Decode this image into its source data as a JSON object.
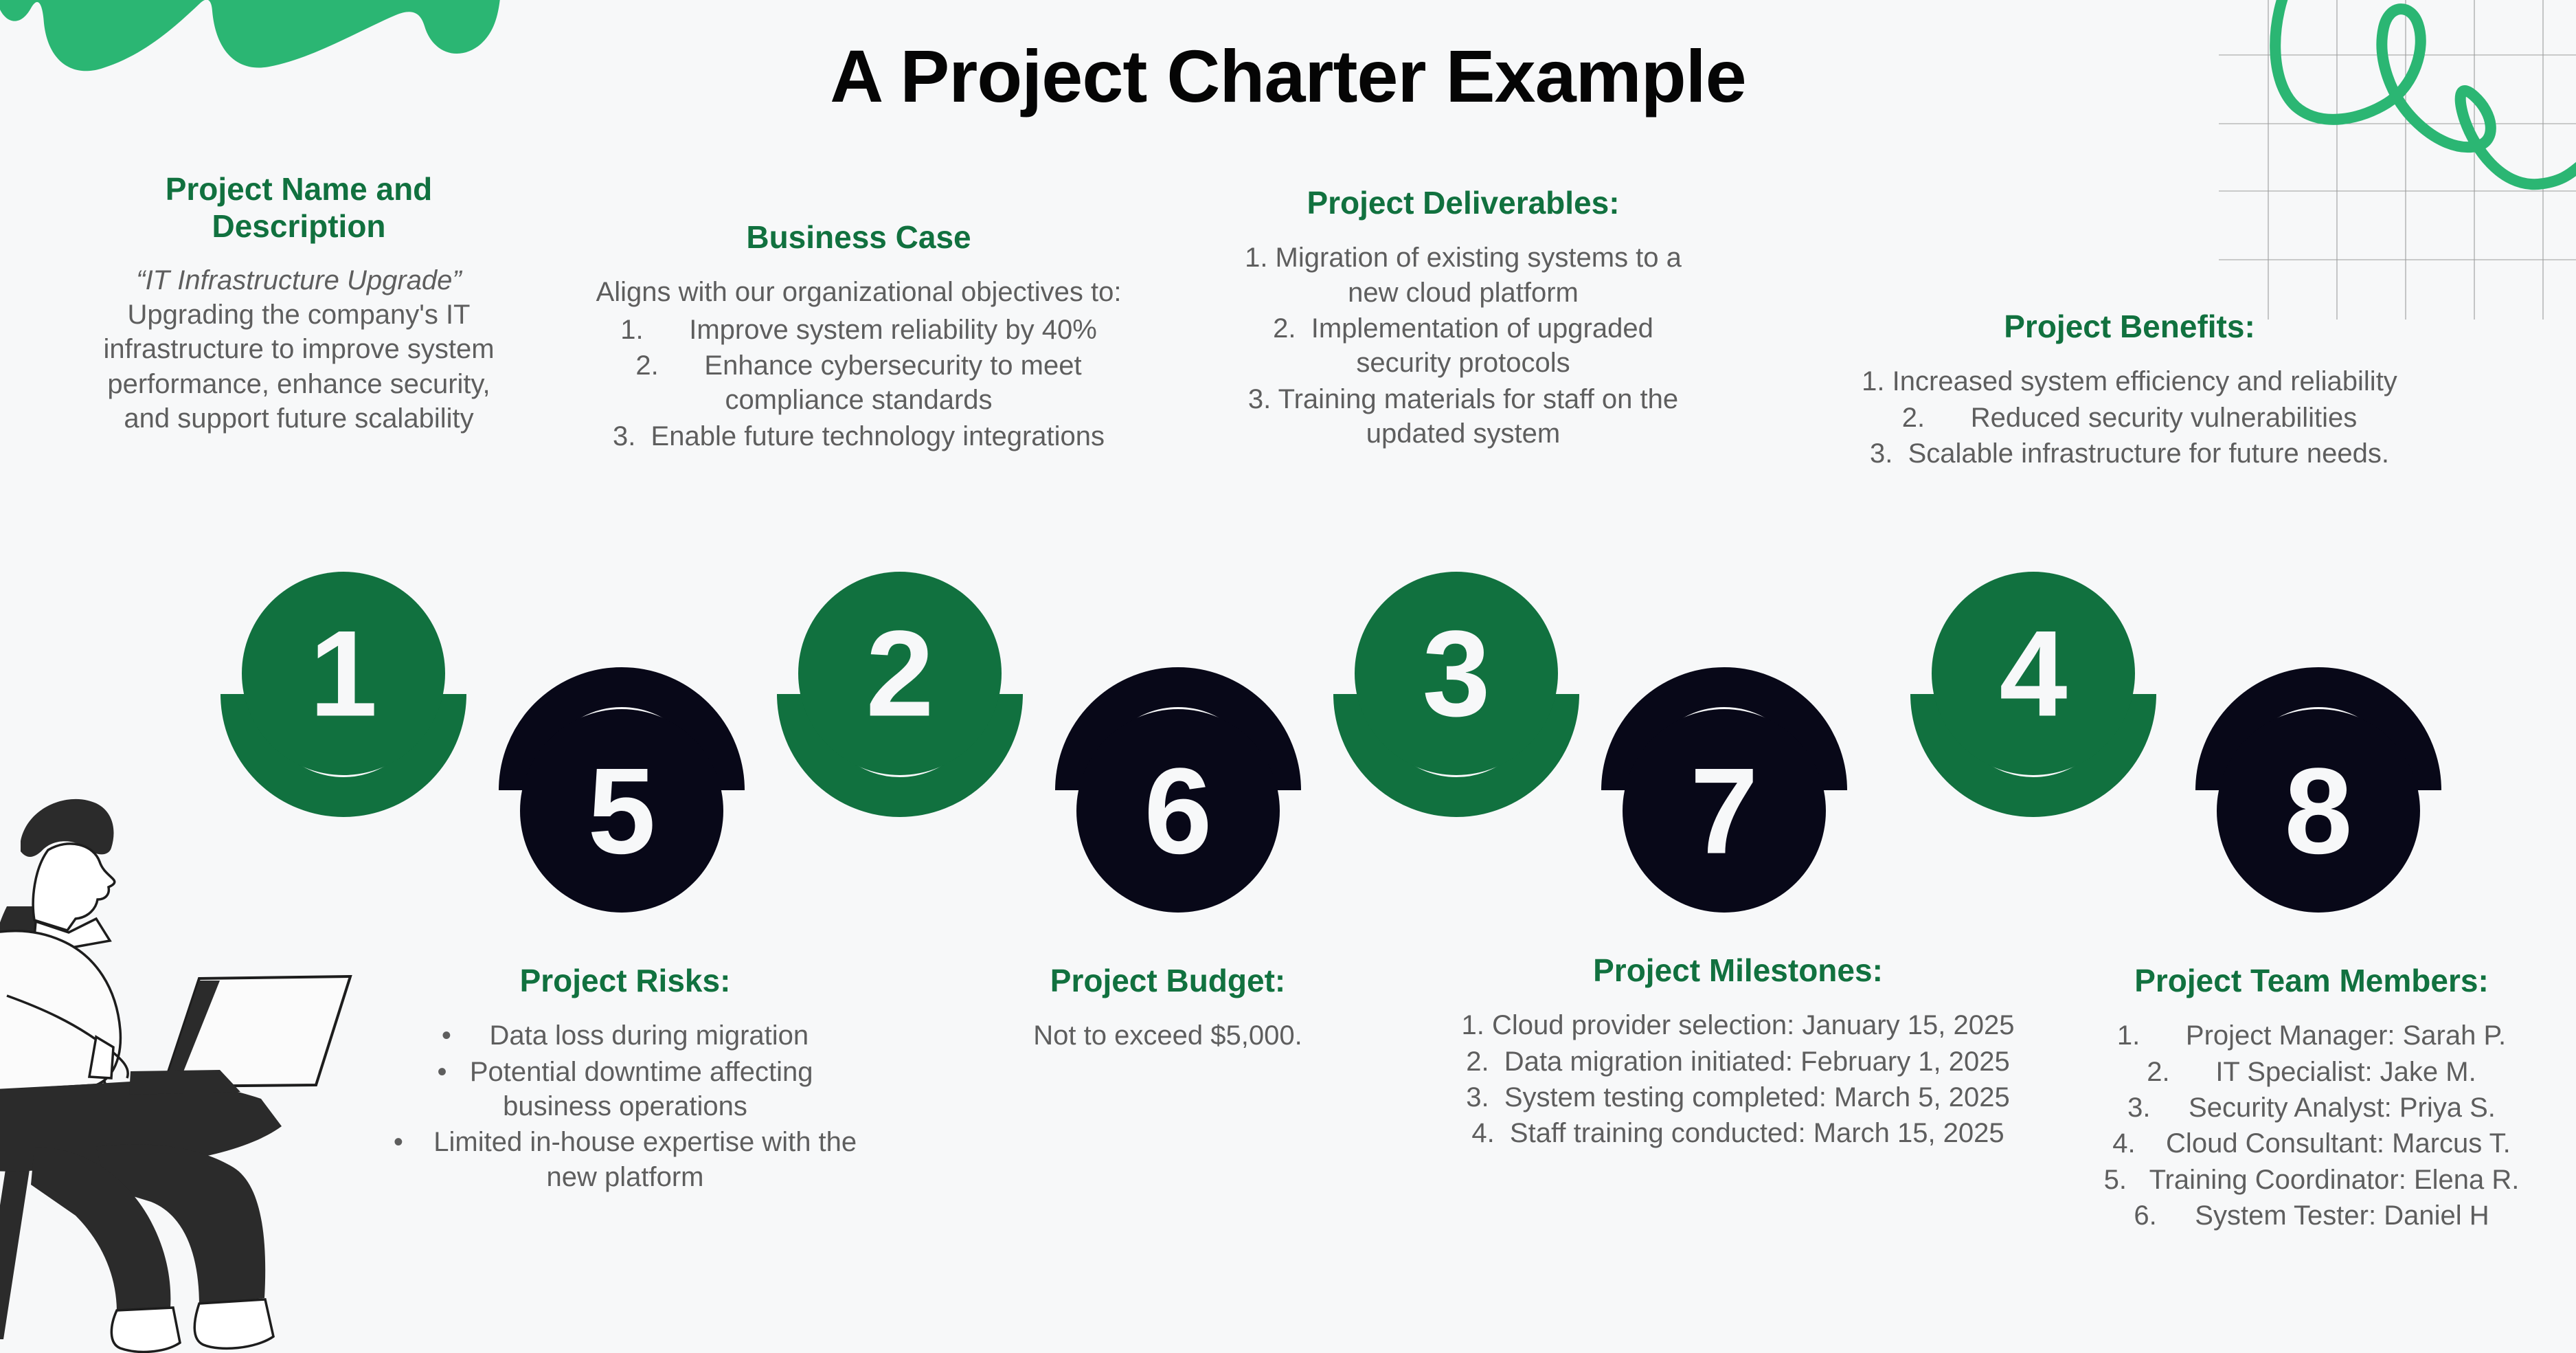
{
  "title": "A Project Charter Example",
  "colors": {
    "bright_green": "#2BB673",
    "dark_green": "#11713F",
    "heading_green": "#11713F",
    "ink_black": "#080818",
    "body_gray": "#5E5E5E",
    "background": "#F7F8F9"
  },
  "sections": {
    "name": {
      "heading": "Project Name and Description",
      "quote": "“IT Infrastructure Upgrade”",
      "description": "Upgrading the company's IT infrastructure to improve system performance, enhance security, and support future scalability"
    },
    "business_case": {
      "heading": "Business Case",
      "lead": "Aligns with our organizational objectives to:",
      "items": [
        "1.      Improve system reliability by 40%",
        "2.      Enhance cybersecurity to meet compliance standards",
        "3.  Enable future technology integrations"
      ]
    },
    "deliverables": {
      "heading": "Project Deliverables:",
      "items": [
        "1. Migration of existing systems to a new cloud platform",
        "2.  Implementation of upgraded security protocols",
        "3. Training materials for staff on the updated system"
      ]
    },
    "benefits": {
      "heading": "Project Benefits:",
      "items": [
        "1. Increased system efficiency and reliability",
        "2.      Reduced security vulnerabilities",
        "3.  Scalable infrastructure for future needs."
      ]
    },
    "risks": {
      "heading": "Project Risks:",
      "items": [
        "Data loss during migration",
        "Potential downtime affecting business operations",
        "Limited in-house expertise with the new platform"
      ]
    },
    "budget": {
      "heading": "Project Budget:",
      "text": "Not to exceed $5,000."
    },
    "milestones": {
      "heading": "Project Milestones:",
      "items": [
        "1. Cloud provider selection: January 15, 2025",
        "2.  Data migration initiated: February 1, 2025",
        "3.  System testing completed: March 5, 2025",
        "4.  Staff training conducted: March 15, 2025"
      ]
    },
    "team": {
      "heading": "Project Team Members:",
      "items": [
        "1.      Project Manager: Sarah P.",
        "2.      IT Specialist: Jake M.",
        "3.     Security Analyst: Priya S.",
        "4.    Cloud Consultant: Marcus T.",
        "5.   Training Coordinator: Elena R.",
        "6.     System Tester: Daniel H"
      ]
    }
  },
  "step_circles": [
    {
      "number": "1",
      "color": "green"
    },
    {
      "number": "2",
      "color": "green"
    },
    {
      "number": "3",
      "color": "green"
    },
    {
      "number": "4",
      "color": "green"
    },
    {
      "number": "5",
      "color": "black"
    },
    {
      "number": "6",
      "color": "black"
    },
    {
      "number": "7",
      "color": "black"
    },
    {
      "number": "8",
      "color": "black"
    }
  ]
}
